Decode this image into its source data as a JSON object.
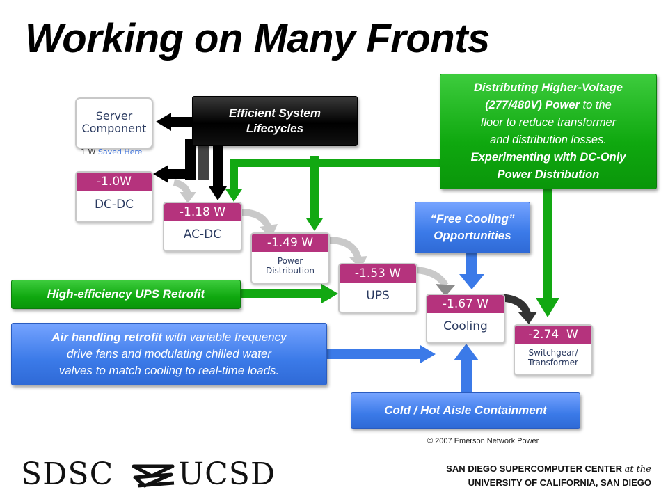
{
  "title": "Working on Many Fronts",
  "chain": {
    "server": {
      "line1": "Server",
      "line2": "Component"
    },
    "saved_note": {
      "prefix": "1 W ",
      "highlight": "Saved Here"
    },
    "dcdc": {
      "value": "-1.0W",
      "label": "DC-DC"
    },
    "acdc": {
      "value": "-1.18 W",
      "label": "AC-DC"
    },
    "power_dist": {
      "value": "-1.49 W",
      "label1": "Power",
      "label2": "Distribution"
    },
    "ups": {
      "value": "-1.53 W",
      "label": "UPS"
    },
    "cooling": {
      "value": "-1.67 W",
      "label": "Cooling"
    },
    "switchgear": {
      "value": "-2.74  W",
      "label1": "Switchgear/",
      "label2": "Transformer"
    }
  },
  "callouts": {
    "lifecycles": {
      "line1": "Efficient System",
      "line2": "Lifecycles"
    },
    "higher_voltage": {
      "l1": "Distributing Higher-Voltage",
      "l2a": "(277/480V) Power",
      "l2b": " to the",
      "l3": "floor to reduce transformer",
      "l4": "and distribution losses.",
      "l5": "Experimenting with DC-Only",
      "l6": "Power Distribution"
    },
    "free_cooling": {
      "line1": "“Free Cooling”",
      "line2": "Opportunities"
    },
    "ups_retrofit": "High-efficiency UPS Retrofit",
    "air_handling": {
      "bold": "Air handling retrofit",
      "l1rest": " with variable frequency",
      "l2": "drive fans and modulating chilled water",
      "l3": "valves to match cooling to real-time loads."
    },
    "containment": "Cold / Hot Aisle Containment"
  },
  "copyright": "© 2007 Emerson Network Power",
  "footer": {
    "org1": "SAN DIEGO SUPERCOMPUTER CENTER ",
    "org1_italic": "at the",
    "org2": "UNIVERSITY OF CALIFORNIA, SAN DIEGO",
    "logo_left": "SDSC",
    "logo_right": "UCSD"
  },
  "colors": {
    "value_bar": "#b5337d",
    "green": "#12a812",
    "blue": "#3b7ae8",
    "black": "#000000"
  }
}
